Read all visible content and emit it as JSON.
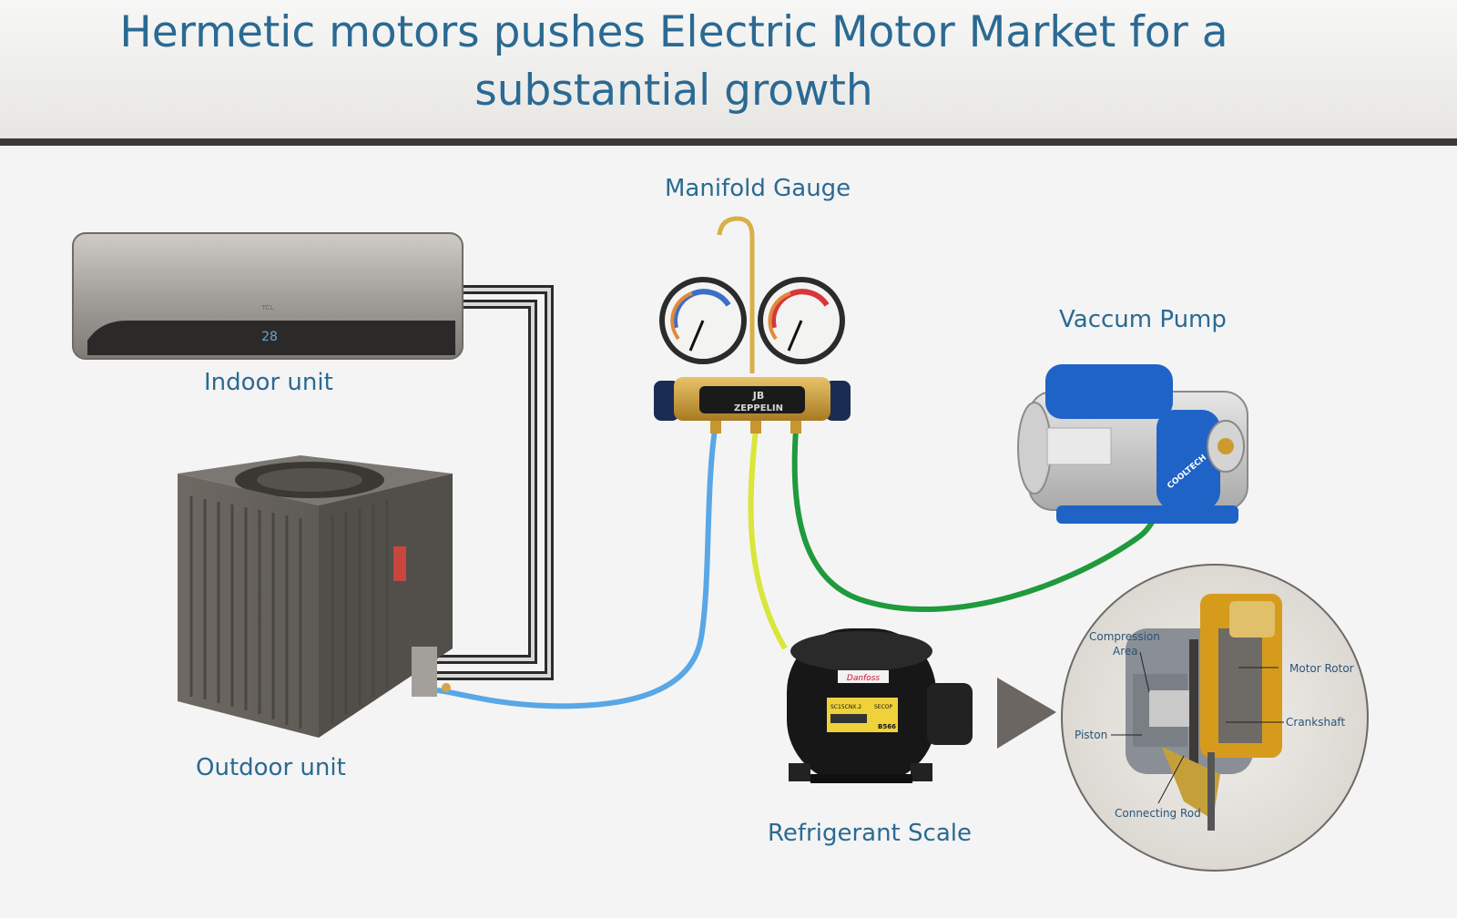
{
  "title": "Hermetic motors pushes Electric Motor Market for a substantial growth",
  "labels": {
    "manifold": "Manifold Gauge",
    "vacuum": "Vaccum Pump",
    "indoor": "Indoor unit",
    "outdoor": "Outdoor unit",
    "scale": "Refrigerant Scale"
  },
  "product_text": {
    "indoor_brand": "TCL",
    "indoor_display": "28",
    "manifold_brand_top": "JB",
    "manifold_brand": "ZEPPELIN",
    "compressor_brand": "Danfoss",
    "compressor_model": "SC15CNX.2",
    "compressor_code": "SECOP",
    "compressor_number": "B566",
    "pump_brand": "COOLTECH"
  },
  "cutaway": {
    "compression_area_line1": "Compression",
    "compression_area_line2": "Area",
    "motor_rotor": "Motor Rotor",
    "crankshaft": "Crankshaft",
    "piston": "Piston",
    "connecting_rod": "Connecting Rod"
  },
  "colors": {
    "title": "#2a6a93",
    "header_rule": "#3b3937",
    "hose_blue": "#58a7e6",
    "hose_yellow": "#d9e63a",
    "hose_green": "#1f9a3c",
    "pump_blue": "#1f63c6",
    "unit_gray": "#6a6660",
    "arrow": "#6b6661"
  }
}
